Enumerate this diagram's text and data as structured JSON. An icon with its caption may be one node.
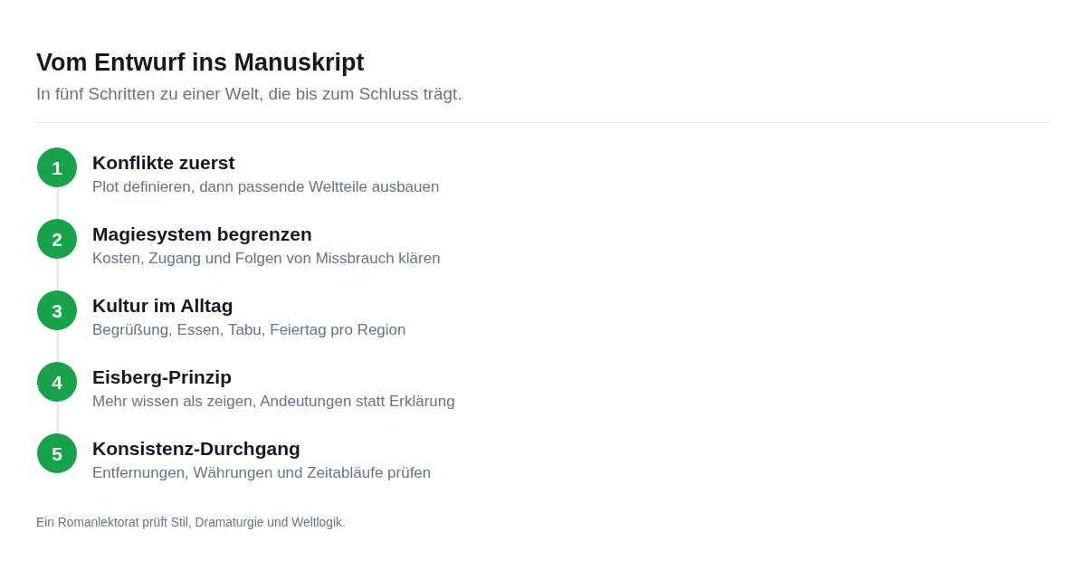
{
  "diagram": {
    "title": "Vom Entwurf ins Manuskript",
    "caption": "Ein Romanlektorat prüft Stil, Dramaturgie und Weltlogik.",
    "nodes": [
      {
        "text": [
          "1"
        ],
        "beside": [
          "Konflikte zuerst",
          "Plot definieren, dann passende Weltteile ausbauen"
        ]
      },
      {
        "text": [
          "2"
        ],
        "beside": [
          "Magiesystem begrenzen",
          "Kosten, Zugang und Folgen von Missbrauch klären"
        ]
      },
      {
        "text": [
          "3"
        ],
        "beside": [
          "Kultur im Alltag",
          "Begrüßung, Essen, Tabu, Feiertag pro Region"
        ]
      },
      {
        "text": [
          "4"
        ],
        "beside": [
          "Eisberg-Prinzip",
          "Mehr wissen als zeigen, Andeutungen statt Erklärung"
        ]
      },
      {
        "text": [
          "5"
        ],
        "beside": [
          "Konsistenz-Durchgang",
          "Entfernungen, Währungen und Zeitabläufe prüfen"
        ]
      }
    ],
    "edges": [
      {
        "from": 0,
        "to": 1,
        "arrow": "none"
      },
      {
        "from": 1,
        "to": 2,
        "arrow": "none"
      },
      {
        "from": 2,
        "to": 3,
        "arrow": "none"
      },
      {
        "from": 3,
        "to": 4,
        "arrow": "none"
      }
    ],
    "labels": [
      "In fünf Schritten zu einer Welt, die bis zum Schluss trägt."
    ]
  }
}
